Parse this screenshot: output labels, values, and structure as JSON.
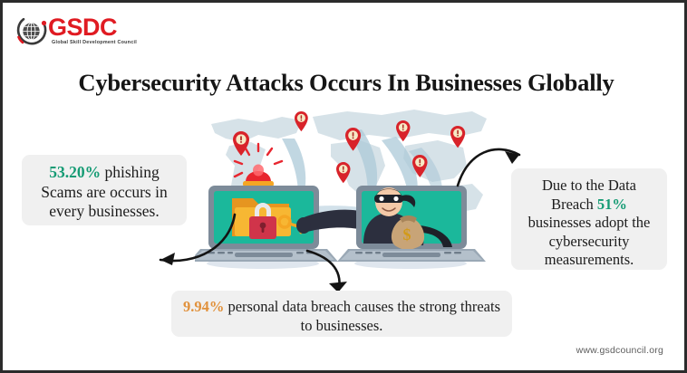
{
  "brand": {
    "logo_text": "GSDC",
    "logo_tagline": "Global Skill Development Council",
    "logo_color": "#e01b22",
    "globe_icon": "globe-icon"
  },
  "header": {
    "title": "Cybersecurity Attacks Occurs In Businesses Globally"
  },
  "callouts": {
    "left": {
      "percent": "53.20%",
      "percent_color": "#159b74",
      "text": " phishing Scams are occurs in every businesses."
    },
    "right": {
      "lead_text": "Due to the Data Breach ",
      "percent": "51%",
      "percent_color": "#159b74",
      "trail_text": " businesses adopt the cybersecurity measurements."
    },
    "bottom": {
      "percent": "9.94%",
      "percent_color": "#e1913b",
      "text": " personal data breach causes the strong threats to businesses."
    }
  },
  "illustration": {
    "alt": "Hacker reaching out of a laptop screen stealing a locked folder from another laptop over a world map",
    "world_map_color": "#c3d5dd",
    "laptop_screen_color": "#1bb89b",
    "laptop_body_color": "#8795a3",
    "folder_color": "#f5a623",
    "padlock_color": "#d0344a",
    "alarm_color": "#e8262f",
    "hacker_color": "#2c2f3e",
    "money_bag_color": "#c8a477",
    "pin_color": "#d8232a",
    "pin_count": 7,
    "pin_icon": "map-pin-alert-icon"
  },
  "footer": {
    "url": "www.gsdcouncil.org"
  }
}
